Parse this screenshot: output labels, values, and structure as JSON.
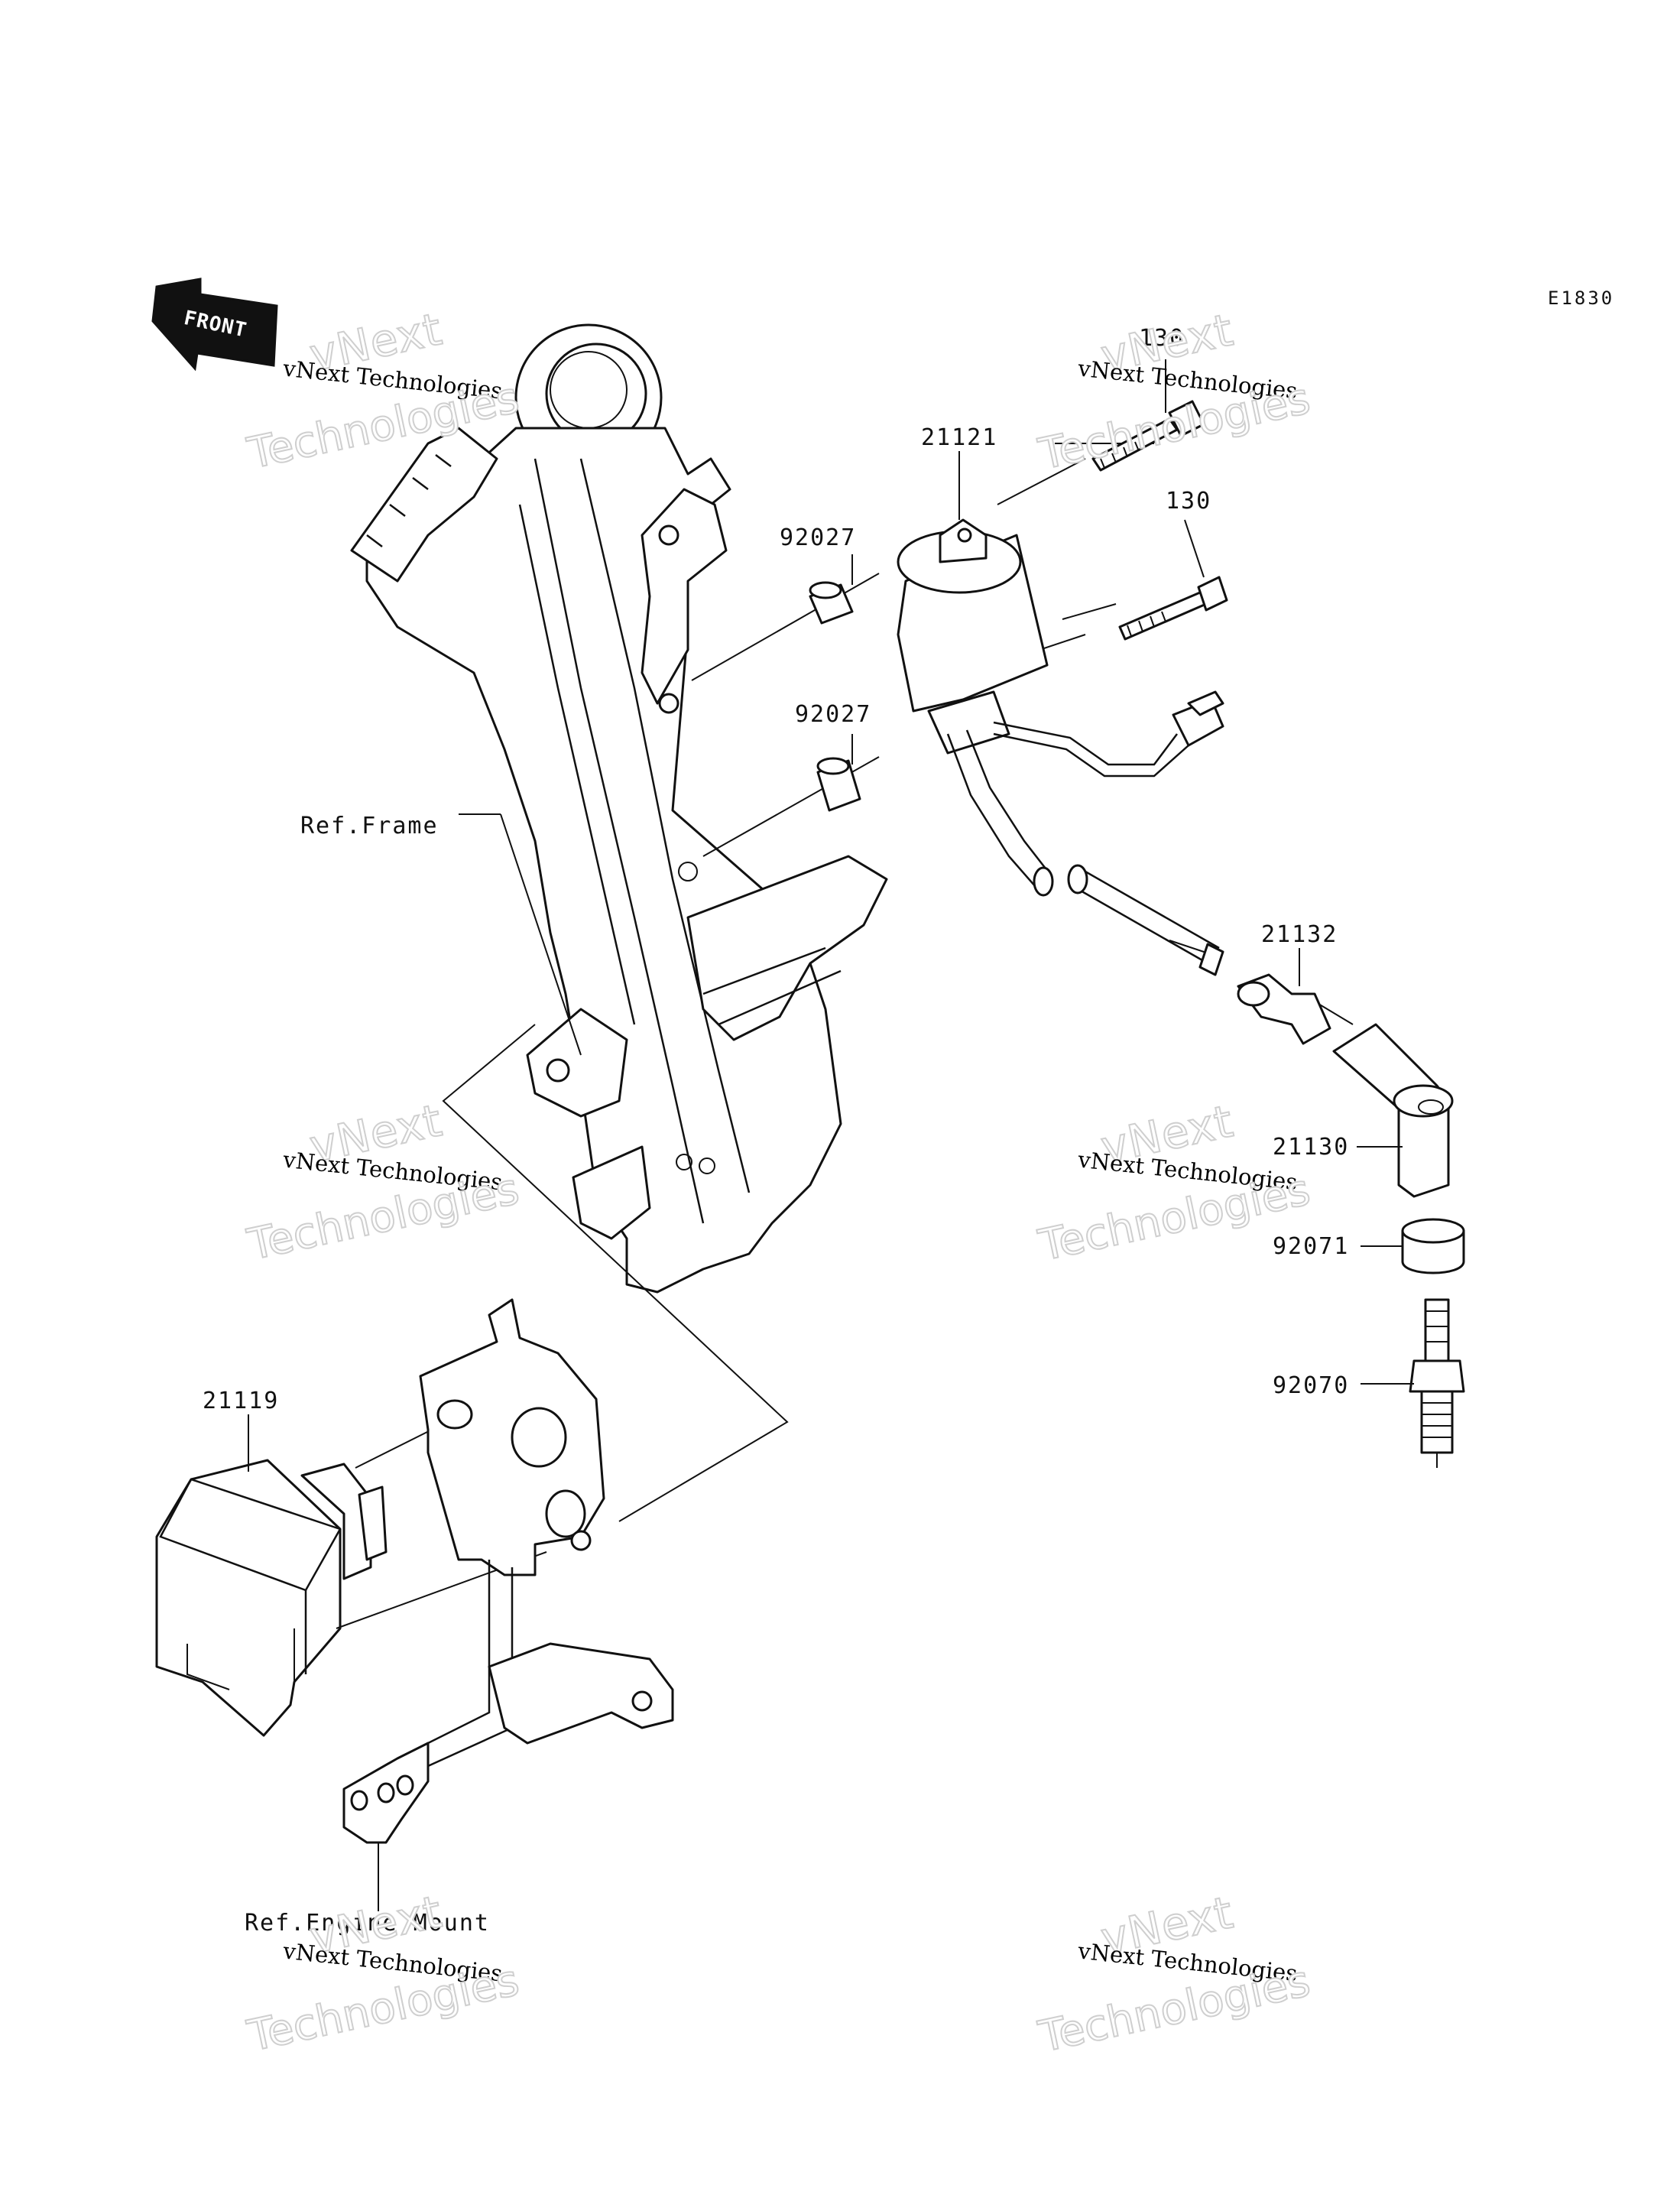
{
  "diagram": {
    "code": "E1830",
    "front_label": "FRONT",
    "labels": {
      "p130_top": "130",
      "p130": "130",
      "p21121": "21121",
      "p92027_top": "92027",
      "p92027_bottom": "92027",
      "ref_frame": "Ref.Frame",
      "p21132": "21132",
      "p21130": "21130",
      "p92071": "92071",
      "p92070": "92070",
      "p21119": "21119",
      "ref_engine_mount": "Ref.Engine Mount"
    },
    "watermark": {
      "line1": "vNext Technologies",
      "line2": "vNext",
      "line3": "Technologies"
    }
  }
}
